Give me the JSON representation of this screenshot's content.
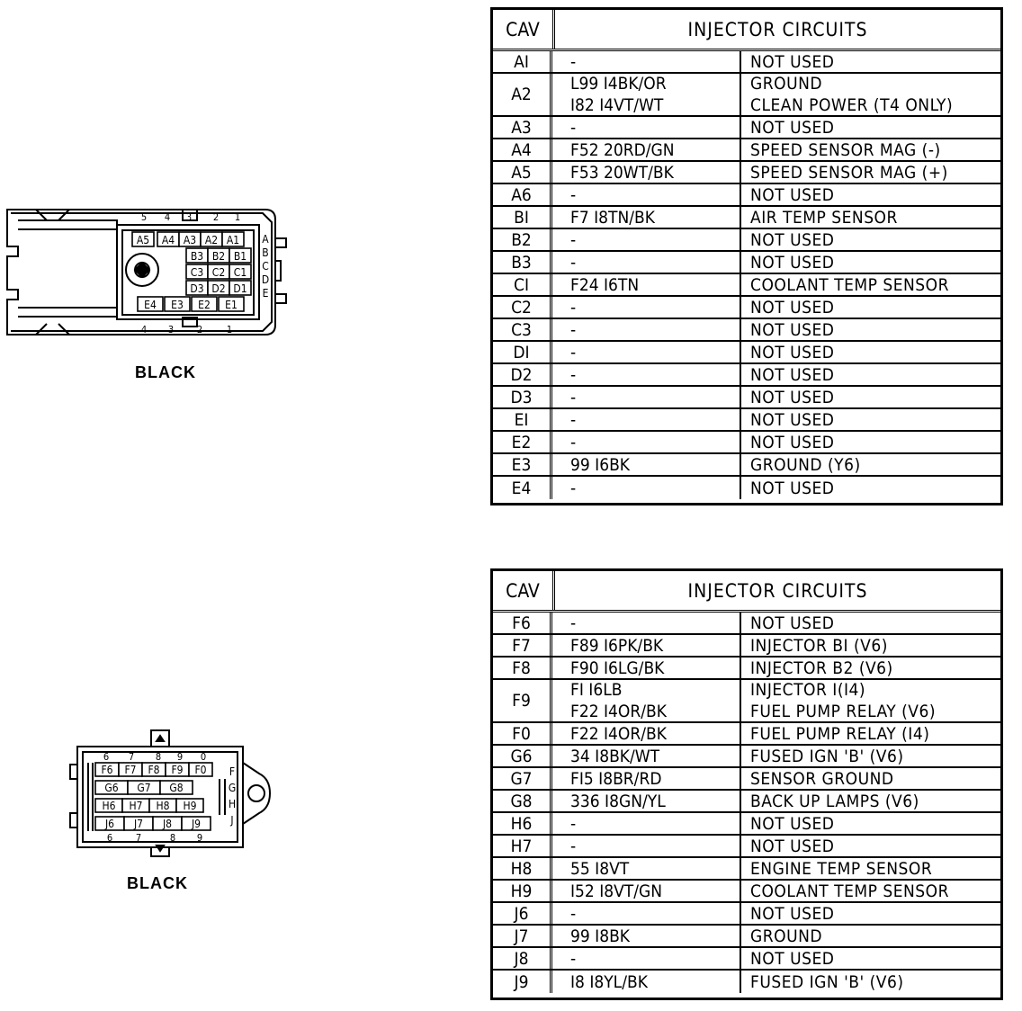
{
  "connector_top": {
    "label": "BLACK",
    "row_a": [
      "A5",
      "A4",
      "A3",
      "A2",
      "A1"
    ],
    "row_b": [
      "B3",
      "B2",
      "B1"
    ],
    "row_c": [
      "C3",
      "C2",
      "C1"
    ],
    "row_d": [
      "D3",
      "D2",
      "D1"
    ],
    "row_e": [
      "E4",
      "E3",
      "E2",
      "E1"
    ],
    "side_letters": [
      "A",
      "B",
      "C",
      "D",
      "E"
    ],
    "top_numbers": [
      "5",
      "4",
      "3",
      "2",
      "1"
    ],
    "bottom_numbers": [
      "4",
      "3",
      "2",
      "1"
    ]
  },
  "connector_bottom": {
    "label": "BLACK",
    "row_f": [
      "F6",
      "F7",
      "F8",
      "F9",
      "F0"
    ],
    "row_g": [
      "G6",
      "G7",
      "G8"
    ],
    "row_h": [
      "H6",
      "H7",
      "H8",
      "H9"
    ],
    "row_j": [
      "J6",
      "J7",
      "J8",
      "J9"
    ],
    "side_letters": [
      "F",
      "G",
      "H",
      "J"
    ],
    "top_numbers": [
      "6",
      "7",
      "8",
      "9",
      "0"
    ],
    "bottom_numbers": [
      "6",
      "7",
      "8",
      "9"
    ]
  },
  "table_top": {
    "header_cav": "CAV",
    "header_title": "INJECTOR CIRCUITS",
    "rows": [
      {
        "cav": "AI",
        "wire": [
          "-"
        ],
        "func": [
          "NOT USED"
        ]
      },
      {
        "cav": "A2",
        "wire": [
          "L99 I4BK/OR",
          "I82 I4VT/WT"
        ],
        "func": [
          "GROUND",
          "CLEAN POWER (T4 ONLY)"
        ]
      },
      {
        "cav": "A3",
        "wire": [
          "-"
        ],
        "func": [
          "NOT USED"
        ]
      },
      {
        "cav": "A4",
        "wire": [
          "F52 20RD/GN"
        ],
        "func": [
          "SPEED SENSOR MAG (-)"
        ]
      },
      {
        "cav": "A5",
        "wire": [
          "F53 20WT/BK"
        ],
        "func": [
          "SPEED SENSOR MAG (+)"
        ]
      },
      {
        "cav": "A6",
        "wire": [
          "-"
        ],
        "func": [
          "NOT USED"
        ]
      },
      {
        "cav": "BI",
        "wire": [
          "F7 I8TN/BK"
        ],
        "func": [
          "AIR TEMP SENSOR"
        ]
      },
      {
        "cav": "B2",
        "wire": [
          "-"
        ],
        "func": [
          "NOT USED"
        ]
      },
      {
        "cav": "B3",
        "wire": [
          "-"
        ],
        "func": [
          "NOT USED"
        ]
      },
      {
        "cav": "CI",
        "wire": [
          "F24 I6TN"
        ],
        "func": [
          "COOLANT TEMP SENSOR"
        ]
      },
      {
        "cav": "C2",
        "wire": [
          "-"
        ],
        "func": [
          "NOT USED"
        ]
      },
      {
        "cav": "C3",
        "wire": [
          "-"
        ],
        "func": [
          "NOT USED"
        ]
      },
      {
        "cav": "DI",
        "wire": [
          "-"
        ],
        "func": [
          "NOT USED"
        ]
      },
      {
        "cav": "D2",
        "wire": [
          "-"
        ],
        "func": [
          "NOT USED"
        ]
      },
      {
        "cav": "D3",
        "wire": [
          "-"
        ],
        "func": [
          "NOT USED"
        ]
      },
      {
        "cav": "EI",
        "wire": [
          "-"
        ],
        "func": [
          "NOT USED"
        ]
      },
      {
        "cav": "E2",
        "wire": [
          "-"
        ],
        "func": [
          "NOT USED"
        ]
      },
      {
        "cav": "E3",
        "wire": [
          "99 I6BK"
        ],
        "func": [
          "GROUND (Y6)"
        ]
      },
      {
        "cav": "E4",
        "wire": [
          "-"
        ],
        "func": [
          "NOT USED"
        ]
      }
    ]
  },
  "table_bottom": {
    "header_cav": "CAV",
    "header_title": "INJECTOR CIRCUITS",
    "rows": [
      {
        "cav": "F6",
        "wire": [
          "-"
        ],
        "func": [
          "NOT USED"
        ]
      },
      {
        "cav": "F7",
        "wire": [
          "F89 I6PK/BK"
        ],
        "func": [
          "INJECTOR BI (V6)"
        ]
      },
      {
        "cav": "F8",
        "wire": [
          "F90 I6LG/BK"
        ],
        "func": [
          "INJECTOR B2 (V6)"
        ]
      },
      {
        "cav": "F9",
        "wire": [
          "FI I6LB",
          "F22 I4OR/BK"
        ],
        "func": [
          "INJECTOR I(I4)",
          "FUEL PUMP RELAY (V6)"
        ]
      },
      {
        "cav": "F0",
        "wire": [
          "F22 I4OR/BK"
        ],
        "func": [
          "FUEL PUMP RELAY (I4)"
        ]
      },
      {
        "cav": "G6",
        "wire": [
          "34 I8BK/WT"
        ],
        "func": [
          "FUSED IGN 'B' (V6)"
        ]
      },
      {
        "cav": "G7",
        "wire": [
          "FI5 I8BR/RD"
        ],
        "func": [
          "SENSOR GROUND"
        ]
      },
      {
        "cav": "G8",
        "wire": [
          "336 I8GN/YL"
        ],
        "func": [
          "BACK UP LAMPS (V6)"
        ]
      },
      {
        "cav": "H6",
        "wire": [
          "-"
        ],
        "func": [
          "NOT USED"
        ]
      },
      {
        "cav": "H7",
        "wire": [
          "-"
        ],
        "func": [
          "NOT USED"
        ]
      },
      {
        "cav": "H8",
        "wire": [
          "55 I8VT"
        ],
        "func": [
          "ENGINE TEMP SENSOR"
        ]
      },
      {
        "cav": "H9",
        "wire": [
          "I52 I8VT/GN"
        ],
        "func": [
          "COOLANT TEMP SENSOR"
        ]
      },
      {
        "cav": "J6",
        "wire": [
          "-"
        ],
        "func": [
          "NOT USED"
        ]
      },
      {
        "cav": "J7",
        "wire": [
          "99 I8BK"
        ],
        "func": [
          "GROUND"
        ]
      },
      {
        "cav": "J8",
        "wire": [
          "-"
        ],
        "func": [
          "NOT USED"
        ]
      },
      {
        "cav": "J9",
        "wire": [
          "I8 I8YL/BK"
        ],
        "func": [
          "FUSED IGN 'B' (V6)"
        ]
      }
    ]
  }
}
